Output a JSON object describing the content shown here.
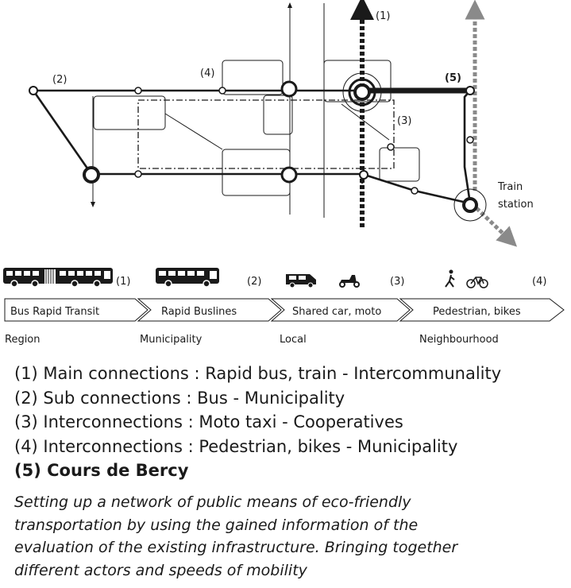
{
  "map": {
    "labels": {
      "main": "(1)",
      "sub": "(2)",
      "inter_moto": "(3)",
      "inter_ped": "(4)",
      "cours": "(5)"
    },
    "station_line1": "Train",
    "station_line2": "station"
  },
  "scale": {
    "modes": [
      {
        "label": "Bus Rapid Transit",
        "number": "(1)",
        "level": "Region",
        "icon": "bus-rapid-transit-icon"
      },
      {
        "label": "Rapid Buslines",
        "number": "(2)",
        "level": "Municipality",
        "icon": "bus-icon"
      },
      {
        "label": "Shared car, moto",
        "number": "(3)",
        "level": "Local",
        "icon": "van-and-scooter-icon"
      },
      {
        "label": "Pedestrian, bikes",
        "number": "(4)",
        "level": "Neighbourhood",
        "icon": "pedestrian-and-bike-icon"
      }
    ]
  },
  "legend": {
    "items": [
      "(1) Main connections : Rapid bus, train - Intercommunality",
      "(2) Sub connections : Bus - Municipality",
      "(3) Interconnections : Moto taxi - Cooperatives",
      "(4) Interconnections : Pedestrian, bikes - Municipality"
    ],
    "highlight": "(5) Cours de Bercy"
  },
  "description": {
    "lines": [
      "Setting up a network of public means of eco-friendly",
      "transportation by using the gained information of the",
      "evaluation of the existing infrastructure. Bringing together",
      "different actors and speeds of mobility"
    ]
  },
  "colors": {
    "ink": "#1a1a1a",
    "grey_line": "#8a8a8a"
  }
}
